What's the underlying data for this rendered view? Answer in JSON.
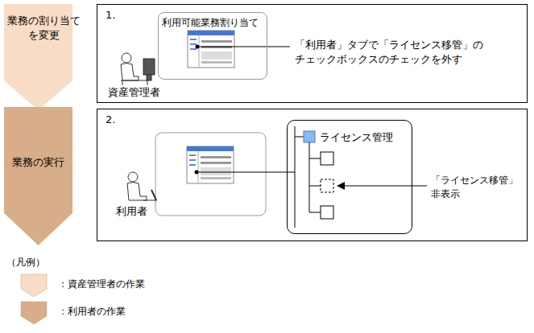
{
  "diagram": {
    "nodes": [
      {
        "text": [
          "業務の割り当て を変更"
        ]
      },
      {
        "text": [
          "業務の実行"
        ]
      },
      {
        "text": [
          "1."
        ]
      },
      {
        "text": [
          "利用可能業務割り当て"
        ],
        "in": 2
      },
      {
        "text": [
          "2."
        ]
      },
      {
        "text": [
          "ライセンス管理"
        ],
        "in": 4
      }
    ],
    "labels": [
      "「利用者」タブで「ライセンス移管」の チェックボックスのチェックを外す",
      "資産管理者",
      "利用者",
      "「ライセンス移管」 非表示",
      "（凡例）"
    ],
    "legend": [
      {
        "text": "：資産管理者の作業",
        "color": "#f9dcc6"
      },
      {
        "text": "：利用者の作業",
        "color": "#d7ad8a"
      }
    ]
  }
}
